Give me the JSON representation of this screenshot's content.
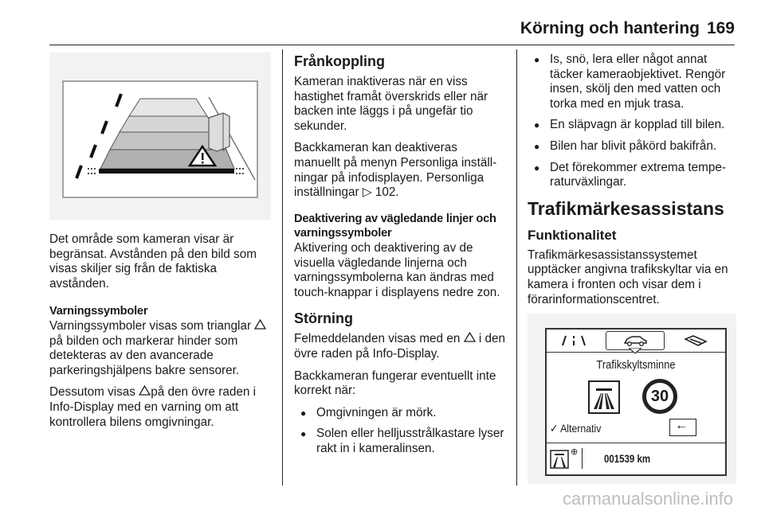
{
  "header": {
    "title": "Körning och hantering",
    "page_number": "169"
  },
  "left": {
    "caption": "Det område som kameran visar är begränsat. Avstånden på den bild som visas skiljer sig från de faktiska avstånden.",
    "warn_heading": "Varningssymboler",
    "warn_p1_a": "Varningssymboler visas som trianglar",
    "warn_p1_b": "på bilden och markerar hinder som detekteras av den avancerade parkeringshjälpens bakre sensorer.",
    "warn_p2_a": "Dessutom visas",
    "warn_p2_b": "på den övre raden i Info-Display med en varning om att kontrollera bilens omgivningar."
  },
  "middle": {
    "h_off": "Frånkoppling",
    "p_off1": "Kameran inaktiveras när en viss hastighet framåt överskrids eller när backen inte läggs i på ungefär tio sekunder.",
    "p_off2_a": "Backkameran kan deaktiveras manuellt på menyn Personliga inställ-ningar på infodisplayen. Personliga inställningar",
    "p_off2_ref": "102.",
    "h_guides": "Deaktivering av vägledande linjer och varningssymboler",
    "p_guides": "Aktivering och deaktivering av de visuella vägledande linjerna och varningssymbolerna kan ändras med touch-knappar i displayens nedre zon.",
    "h_fault": "Störning",
    "p_fault1_a": "Felmeddelanden visas med en",
    "p_fault1_b": "i den övre raden på Info-Display.",
    "p_fault2": "Backkameran fungerar eventuellt inte korrekt när:",
    "bullets": [
      "Omgivningen är mörk.",
      "Solen eller helljusstrålkastare lyser rakt in i kameralinsen."
    ]
  },
  "right": {
    "bullets": [
      "Is, snö, lera eller något annat täcker kameraobjektivet. Rengör insen, skölj den med vatten och torka med en mjuk trasa.",
      "En släpvagn är kopplad till bilen.",
      "Bilen har blivit påkörd bakifrån.",
      "Det förekommer extrema tempe-raturväxlingar."
    ],
    "h_tsa": "Trafikmärkesassistans",
    "h_func": "Funktionalitet",
    "p_func": "Trafikmärkesassistanssystemet upptäcker angivna trafikskyltar via en kamera i fronten och visar dem i förarinformationscentret.",
    "display": {
      "title": "Trafikskyltsminne",
      "sign_value": "30",
      "option_label": "Alternativ",
      "odometer": "001539 km"
    }
  },
  "watermark": "carmanualsonline.info"
}
